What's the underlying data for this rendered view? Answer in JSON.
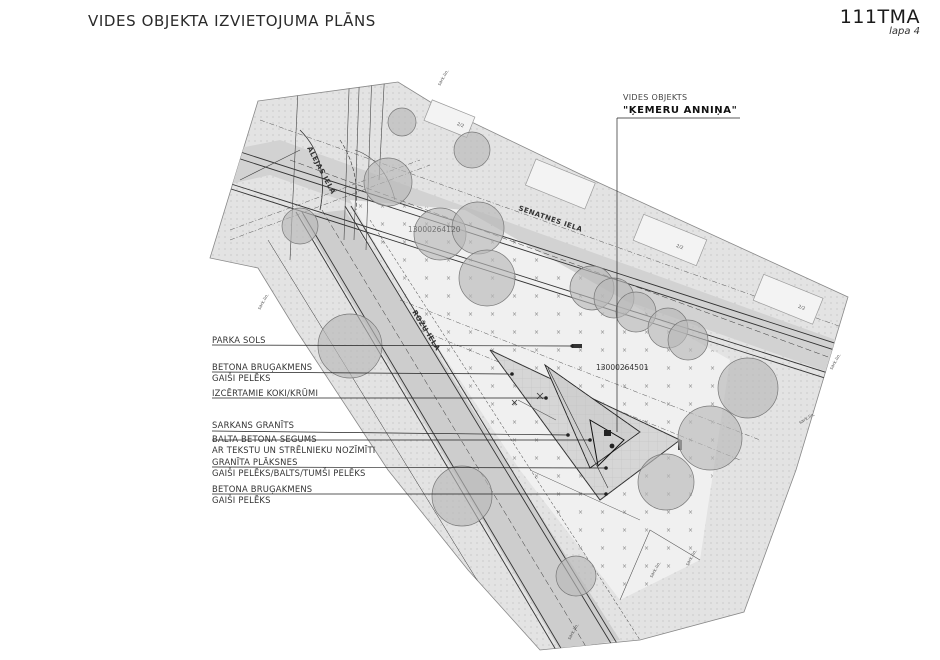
{
  "page": {
    "title": "VIDES OBJEKTA IZVIETOJUMA PLĀNS",
    "code": "111TMA",
    "sheet": "lapa 4"
  },
  "object": {
    "caption": "VIDES OBJEKTS",
    "name": "\"ĶEMERU ANNIŅA\""
  },
  "streets": {
    "senatnes": "SENATNES IELA",
    "rozu": "ROŽU IELA",
    "alejas": "ALEJAS IELA"
  },
  "parcels": {
    "a": "13000264501",
    "b": "13000264120"
  },
  "legend": [
    {
      "line1": "PARKA SOLS",
      "line2": ""
    },
    {
      "line1": "BETONA BRUĢAKMENS",
      "line2": "GAIŠI PELĒKS"
    },
    {
      "line1": "IZCĒRTAMIE KOKI/KRŪMI",
      "line2": ""
    },
    {
      "line1": "SARKANS GRANĪTS",
      "line2": ""
    },
    {
      "line1": "BALTA BETONA SEGUMS",
      "line2": "AR TEKSTU UN STRĒLNIEKU NOZĪMĪTI"
    },
    {
      "line1": "GRANĪTA PLĀKSNES",
      "line2": "GAIŠI PELĒKS/BALTS/TUMŠI PELĒKS"
    },
    {
      "line1": "BETONA BRUĢAKMENS",
      "line2": "GAIŠI PELĒKS"
    }
  ],
  "building_labels": {
    "b1": "2/2",
    "b2": "2/2",
    "b3": "2/2"
  },
  "section_marks": {
    "m1": "sark.lin.",
    "m2": "sark.lin.",
    "m3": "sark.lin.",
    "m4": "sark.lin.",
    "m5": "sark.lin.",
    "m6": "sark.lin.",
    "m7": "sark.lin."
  }
}
